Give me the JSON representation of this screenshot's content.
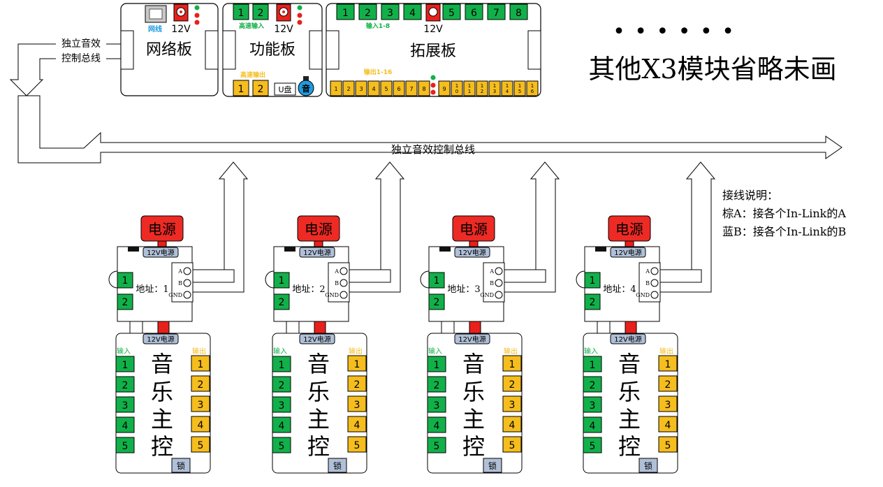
{
  "top_boards": {
    "network": {
      "title": "网络板",
      "net_label": "网线",
      "power_label": "12V"
    },
    "function": {
      "title": "功能板",
      "inputs_label": "高速输入",
      "inputs": [
        "1",
        "2"
      ],
      "outputs_label": "高速输出",
      "outputs": [
        "1",
        "2"
      ],
      "udisk_label": "U盘",
      "audio_label": "音",
      "power_label": "12V"
    },
    "expansion": {
      "title": "拓展板",
      "inputs_label": "输入1-8",
      "inputs": [
        "1",
        "2",
        "3",
        "4",
        "5",
        "6",
        "7",
        "8"
      ],
      "outputs_label": "输出1-16",
      "outputs": [
        "1",
        "2",
        "3",
        "4",
        "5",
        "6",
        "7",
        "8",
        "9",
        "10",
        "11",
        "12",
        "13",
        "14",
        "15",
        "16"
      ],
      "power_label": "12V"
    }
  },
  "bus": {
    "left_label_1": "独立音效",
    "left_label_2": "控制总线",
    "main_label": "独立音效控制总线"
  },
  "omitted_note": {
    "dots": "•   •   •       •   •   •",
    "text": "其他X3模块省略未画"
  },
  "wiring_note": {
    "title": "接线说明：",
    "line1": "棕A：接各个In-Link的A",
    "line2": "蓝B：接各个In-Link的B"
  },
  "modules": [
    {
      "power": "电源",
      "address": "地址：1"
    },
    {
      "power": "电源",
      "address": "地址：2"
    },
    {
      "power": "电源",
      "address": "地址：3"
    },
    {
      "power": "电源",
      "address": "地址：4"
    }
  ],
  "module_labels": {
    "power_12v": "12V电源",
    "terminal_a": "A",
    "terminal_b": "B",
    "terminal_gnd": "GND",
    "link_ports": [
      "1",
      "2"
    ],
    "music_title": [
      "音",
      "乐",
      "主",
      "控"
    ],
    "in_label": "输入",
    "out_label": "输出",
    "inputs": [
      "1",
      "2",
      "3",
      "4",
      "5"
    ],
    "outputs": [
      "1",
      "2",
      "3",
      "4",
      "5"
    ],
    "lock_label": "锁"
  },
  "colors": {
    "green": "#12b04a",
    "yellow": "#f5bd1e",
    "red": "#e8201c",
    "power_red": "#ee2a24",
    "gray_blue": "#b0c0d8",
    "audio_blue": "#1f9be0"
  }
}
